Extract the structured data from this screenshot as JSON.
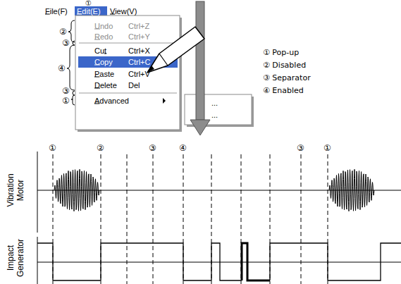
{
  "diagram": {
    "labels": [
      "①",
      "File(F)",
      "Edit(E)",
      "View(V)",
      "Undo",
      "Ctrl+Z",
      "Redo",
      "Ctrl+Y",
      "Cut",
      "Ctrl+X",
      "Copy",
      "Ctrl+C",
      "Paste",
      "Ctrl+V",
      "Delete",
      "Del",
      "Advanced",
      "...",
      "...",
      "②",
      "③",
      "④",
      "③",
      "①",
      "① Pop-up",
      "② Disabled",
      "③ Separator",
      "④ Enabled",
      "①",
      "②",
      "③",
      "④",
      "③",
      "①",
      "Vibration Motor",
      "Impact Generator"
    ]
  }
}
